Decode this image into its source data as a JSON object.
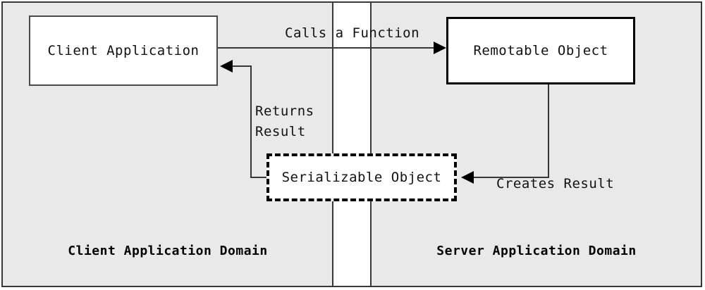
{
  "diagram": {
    "title": "Remoting call sequence across application domains",
    "type": "flow-diagram",
    "background_color": "#e9e9e9",
    "frame_color": "#38383a"
  },
  "nodes": {
    "client": {
      "label": "Client Application",
      "style": "solid-thin",
      "fill": "#ffffff"
    },
    "remotable": {
      "label": "Remotable Object",
      "style": "solid-thick",
      "fill": "#ffffff"
    },
    "serializable": {
      "label": "Serializable Object",
      "style": "dashed",
      "fill": "#ffffff"
    }
  },
  "edges": {
    "calls": {
      "label": "Calls a Function",
      "from": "client",
      "to": "remotable",
      "direction": "right"
    },
    "returns": {
      "label_line1": "Returns",
      "label_line2": "Result",
      "from": "serializable",
      "to": "client",
      "direction": "left"
    },
    "creates": {
      "label": "Creates Result",
      "from": "remotable",
      "to": "serializable",
      "direction": "left"
    }
  },
  "domains": {
    "client_domain": {
      "caption": "Client Application Domain"
    },
    "server_domain": {
      "caption": "Server Application Domain"
    }
  }
}
